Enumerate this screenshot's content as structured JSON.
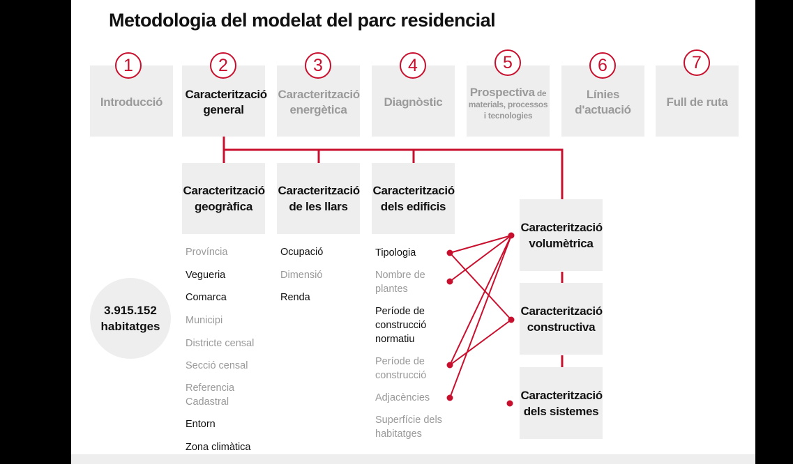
{
  "title": "Metodologia del modelat del parc residencial",
  "accent_color": "#c8102e",
  "steps": [
    {
      "num": "1",
      "label": "Introducció",
      "active": false
    },
    {
      "num": "2",
      "label": "Caracterització general",
      "active": true
    },
    {
      "num": "3",
      "label": "Caracterització energètica",
      "active": false
    },
    {
      "num": "4",
      "label": "Diagnòstic",
      "active": false
    },
    {
      "num": "5",
      "label": "Prospectiva",
      "label_sub": "de materials, processos i tecnologies",
      "active": false
    },
    {
      "num": "6",
      "label": "Línies d'actuació",
      "active": false
    },
    {
      "num": "7",
      "label": "Full de ruta",
      "active": false
    }
  ],
  "categories": [
    {
      "label": "Caracterització geogràfica",
      "items": [
        {
          "text": "Província",
          "active": false
        },
        {
          "text": "Vegueria",
          "active": true
        },
        {
          "text": "Comarca",
          "active": true
        },
        {
          "text": "Municipi",
          "active": false
        },
        {
          "text": "Districte censal",
          "active": false
        },
        {
          "text": "Secció censal",
          "active": false
        },
        {
          "text": "Referencia Cadastral",
          "active": false
        },
        {
          "text": "Entorn",
          "active": true
        },
        {
          "text": "Zona climàtica",
          "active": true
        }
      ]
    },
    {
      "label": "Caracterització de les llars",
      "items": [
        {
          "text": "Ocupació",
          "active": true
        },
        {
          "text": "Dimensió",
          "active": false
        },
        {
          "text": "Renda",
          "active": true
        }
      ]
    },
    {
      "label": "Caracterització dels edificis",
      "items": [
        {
          "text": "Tipologia",
          "active": true
        },
        {
          "text": "Nombre de plantes",
          "active": false
        },
        {
          "text": "Període de construcció normatiu",
          "active": true
        },
        {
          "text": "Període de construcció",
          "active": false
        },
        {
          "text": "Adjacències",
          "active": false
        },
        {
          "text": "Superfície dels habitatges",
          "active": false
        }
      ]
    }
  ],
  "sub_characterizations": [
    {
      "label": "Caracterització volumètrica"
    },
    {
      "label": "Caracterització constructiva"
    },
    {
      "label": "Caracterització dels sistemes"
    }
  ],
  "total": {
    "value": "3.915.152",
    "unit": "habitatges"
  }
}
